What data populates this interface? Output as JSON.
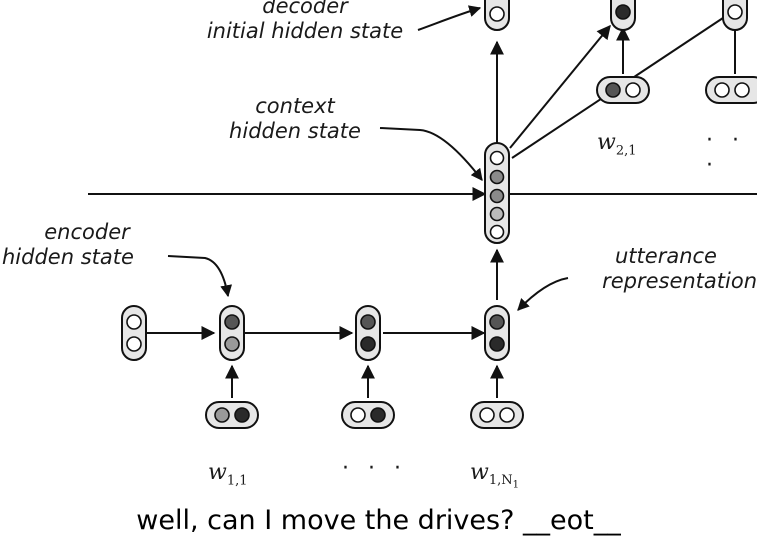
{
  "labels": {
    "decoder_line1": "decoder",
    "decoder_line2": "initial hidden state",
    "context_line1": "context",
    "context_line2": "hidden state",
    "encoder_line1": "encoder",
    "encoder_line2": "hidden state",
    "utterance_line1": "utterance",
    "utterance_line2": "representation"
  },
  "tokens": {
    "w11_base": "w",
    "w11_sub": "1,1",
    "w1N_base": "w",
    "w1N_sub": "1,N",
    "w1N_subsub": "1",
    "w21_base": "w",
    "w21_sub": "2,1",
    "dots": "· · ·"
  },
  "caption": "well, can I move the drives? __eot__",
  "colors": {
    "node_fill": "#e6e6e6",
    "unit_dark": "#2e2e2e",
    "unit_mid": "#8a8a8a",
    "unit_light": "#ffffff",
    "stroke": "#111111"
  }
}
